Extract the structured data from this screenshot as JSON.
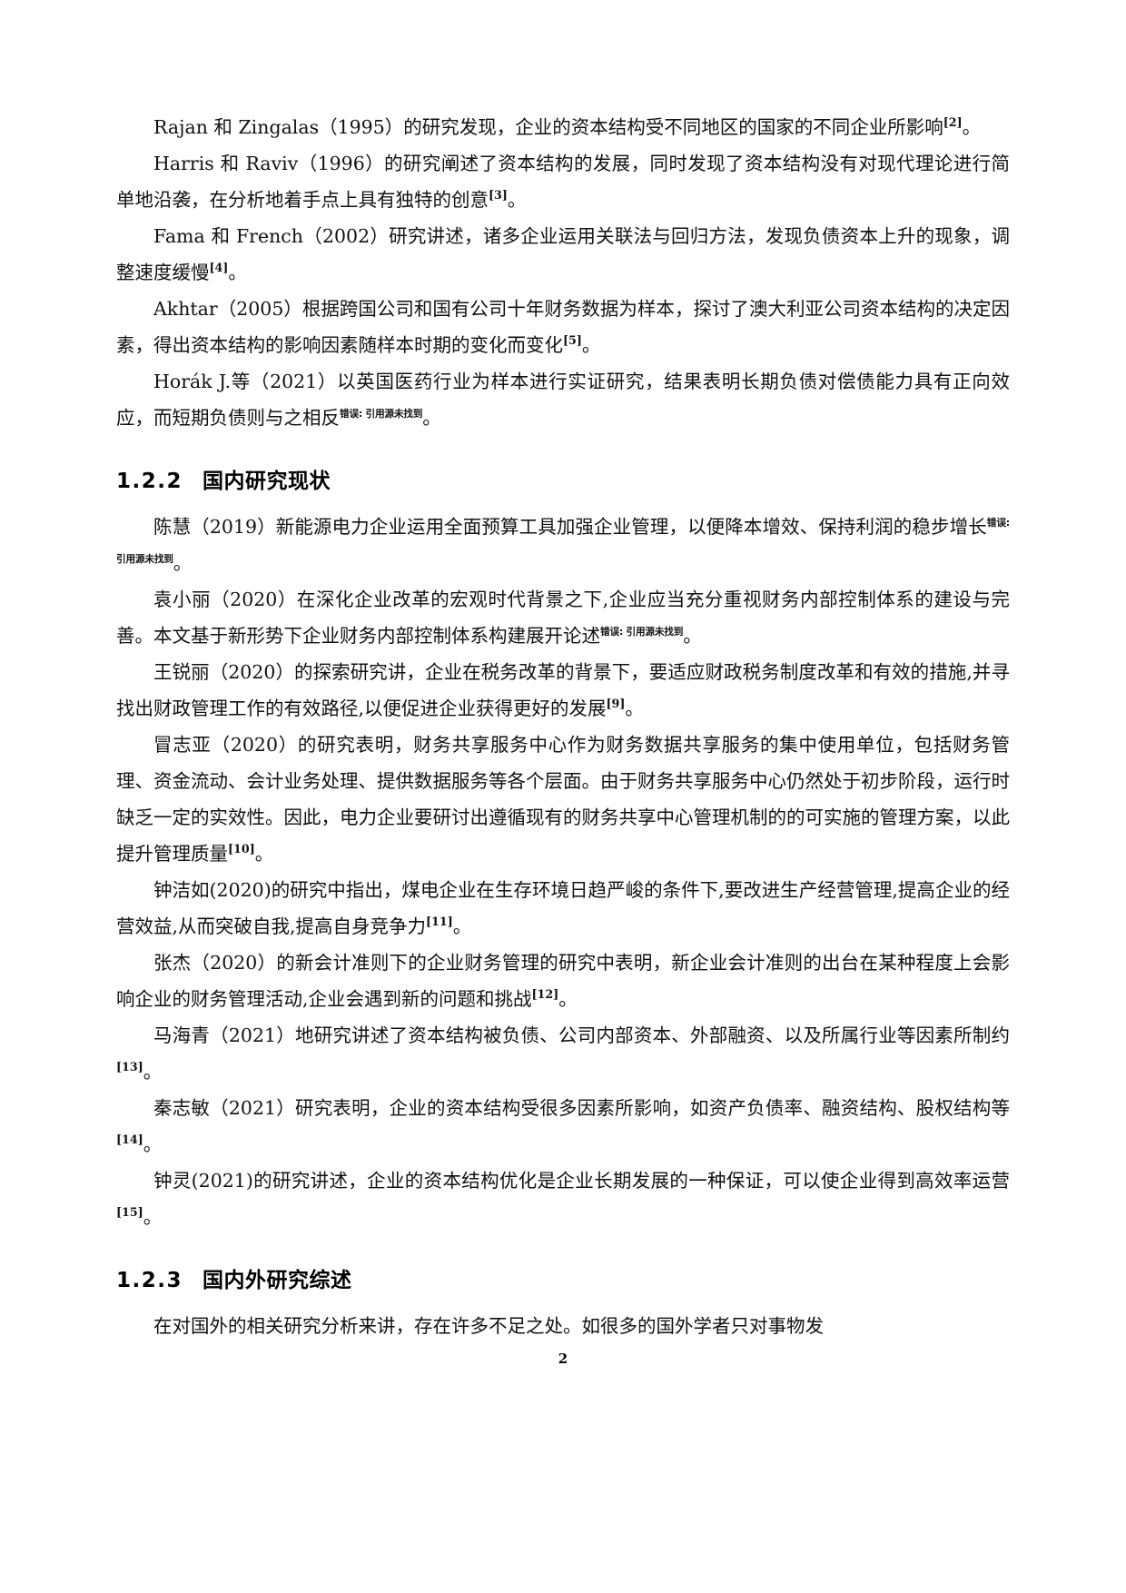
{
  "document": {
    "page_number": "2",
    "ref_error_text": "错误: 引用源未找到"
  },
  "body": {
    "paragraphs": [
      {
        "id": "p-rajan",
        "text_before": "Rajan 和 Zingalas（1995）的研究发现，企业的资本结构受不同地区的国家的不同企业所影响",
        "ref": "[2]",
        "text_after": "。"
      },
      {
        "id": "p-harris",
        "text_before": "Harris 和 Raviv（1996）的研究阐述了资本结构的发展，同时发现了资本结构没有对现代理论进行简单地沿袭，在分析地着手点上具有独特的创意",
        "ref": "[3]",
        "text_after": "。"
      },
      {
        "id": "p-fama",
        "text_before": "Fama 和 French（2002）研究讲述，诸多企业运用关联法与回归方法，发现负债资本上升的现象，调整速度缓慢",
        "ref": "[4]",
        "text_after": "。"
      },
      {
        "id": "p-akhtar",
        "text_before": "Akhtar（2005）根据跨国公司和国有公司十年财务数据为样本，探讨了澳大利亚公司资本结构的决定因素，得出资本结构的影响因素随样本时期的变化而变化",
        "ref": "[5]",
        "text_after": "。"
      },
      {
        "id": "p-horak",
        "text_before": "Horák J.等（2021）以英国医药行业为样本进行实证研究，结果表明长期负债对偿债能力具有正向效应，而短期负债则与之相反",
        "errfield": "错误: 引用源未找到",
        "text_after": "。"
      }
    ],
    "heading_domestic": {
      "number": "1.2.2",
      "title": "国内研究现状"
    },
    "paragraphs_domestic": [
      {
        "id": "p-chenhui",
        "text_before": "陈慧（2019）新能源电力企业运用全面预算工具加强企业管理，以便降本增效、保持利润的稳步增长",
        "errfield": "错误: 引用源未找到",
        "text_after": "。"
      },
      {
        "id": "p-yuanxiaoli",
        "text_before": "袁小丽（2020）在深化企业改革的宏观时代背景之下,企业应当充分重视财务内部控制体系的建设与完善。本文基于新形势下企业财务内部控制体系构建展开论述",
        "errfield": "错误: 引用源未找到",
        "text_after": "。"
      },
      {
        "id": "p-wangruili",
        "text_before": "王锐丽（2020）的探索研究讲，企业在税务改革的背景下，要适应财政税务制度改革和有效的措施,并寻找出财政管理工作的有效路径,以便促进企业获得更好的发展",
        "ref": "[9]",
        "text_after": "。"
      },
      {
        "id": "p-maozhiya",
        "text_before": "冒志亚（2020）的研究表明，财务共享服务中心作为财务数据共享服务的集中使用单位，包括财务管理、资金流动、会计业务处理、提供数据服务等各个层面。由于财务共享服务中心仍然处于初步阶段，运行时缺乏一定的实效性。因此，电力企业要研讨出遵循现有的财务共享中心管理机制的的可实施的管理方案，以此提升管理质量",
        "ref": "[10]",
        "text_after": "。"
      },
      {
        "id": "p-zhongjieru",
        "text_before": "钟洁如(2020)的研究中指出，煤电企业在生存环境日趋严峻的条件下,要改进生产经营管理,提高企业的经营效益,从而突破自我,提高自身竞争力",
        "ref": "[11]",
        "text_after": "。"
      },
      {
        "id": "p-zhangjie",
        "text_before": "张杰（2020）的新会计准则下的企业财务管理的研究中表明，新企业会计准则的出台在某种程度上会影响企业的财务管理活动,企业会遇到新的问题和挑战",
        "ref": "[12]",
        "text_after": "。"
      },
      {
        "id": "p-mahaiqing",
        "text_before": "马海青（2021）地研究讲述了资本结构被负债、公司内部资本、外部融资、以及所属行业等因素所制约",
        "ref": "[13]",
        "text_after": "。"
      },
      {
        "id": "p-qinzhimin",
        "text_before": "秦志敏（2021）研究表明，企业的资本结构受很多因素所影响，如资产负债率、融资结构、股权结构等",
        "ref": "[14]",
        "text_after": "。"
      },
      {
        "id": "p-zhongling",
        "text_before": "钟灵(2021)的研究讲述，企业的资本结构优化是企业长期发展的一种保证，可以使企业得到高效率运营",
        "ref": "[15]",
        "text_after": "。"
      }
    ],
    "heading_overview": {
      "number": "1.2.3",
      "title": "国内外研究综述"
    },
    "paragraphs_overview": [
      {
        "id": "p-overview-1",
        "text_before": "在对国外的相关研究分析来讲，存在许多不足之处。如很多的国外学者只对事物发",
        "text_after": ""
      }
    ]
  }
}
